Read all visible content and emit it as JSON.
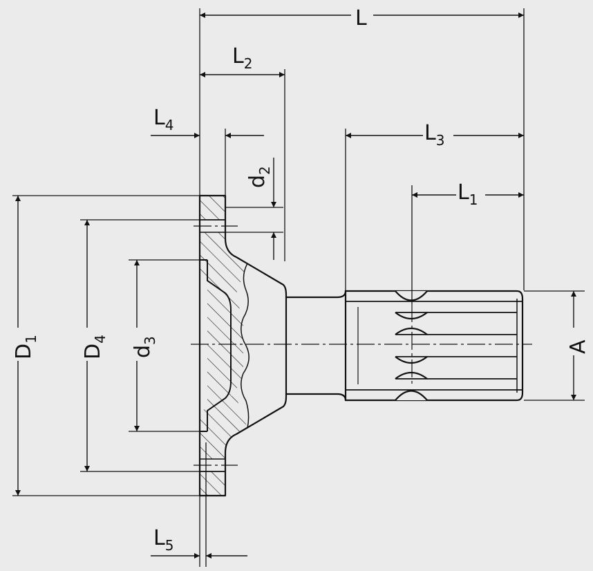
{
  "colors": {
    "background": "#ebebeb",
    "stroke": "#111111",
    "hatch": "#111111"
  },
  "dimensions": {
    "L": {
      "base": "L",
      "sub": ""
    },
    "L2": {
      "base": "L",
      "sub": "2"
    },
    "L4": {
      "base": "L",
      "sub": "4"
    },
    "L3": {
      "base": "L",
      "sub": "3"
    },
    "L1": {
      "base": "L",
      "sub": "1"
    },
    "L5": {
      "base": "L",
      "sub": "5"
    },
    "d2": {
      "base": "d",
      "sub": "2"
    },
    "D1": {
      "base": "D",
      "sub": "1"
    },
    "D4": {
      "base": "D",
      "sub": "4"
    },
    "d3": {
      "base": "d",
      "sub": "3"
    },
    "A": {
      "base": "A",
      "sub": ""
    }
  }
}
